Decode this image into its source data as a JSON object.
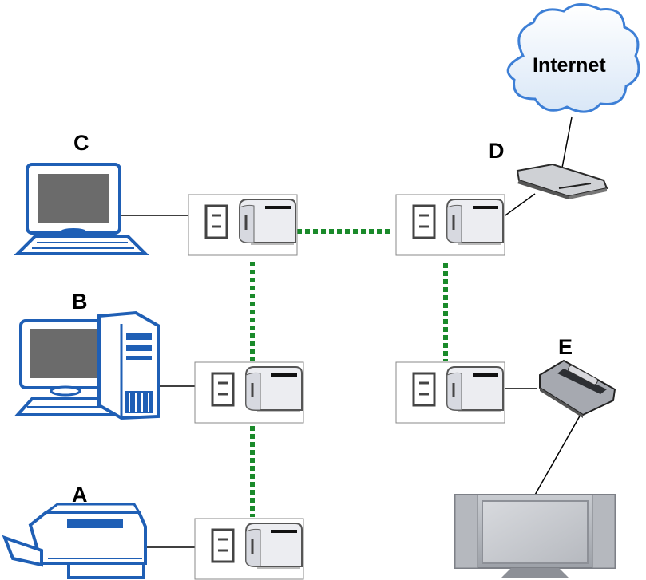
{
  "diagram": {
    "labels": {
      "internet": "Internet",
      "a": "A",
      "b": "B",
      "c": "C",
      "d": "D",
      "e": "E"
    },
    "icons": {
      "cloud": "cloud-icon",
      "laptop": "laptop-icon",
      "desktop": "desktop-computer-icon",
      "printer": "printer-icon",
      "modem": "modem-router-icon",
      "settop": "set-top-box-icon",
      "tv": "television-icon",
      "adapter": "powerline-adapter-icon"
    },
    "colors": {
      "powerline": "#1a8a2a",
      "ethernet": "#000000",
      "device_blue": "#1f5fb5",
      "cloud_stroke": "#3d7fd6"
    }
  }
}
